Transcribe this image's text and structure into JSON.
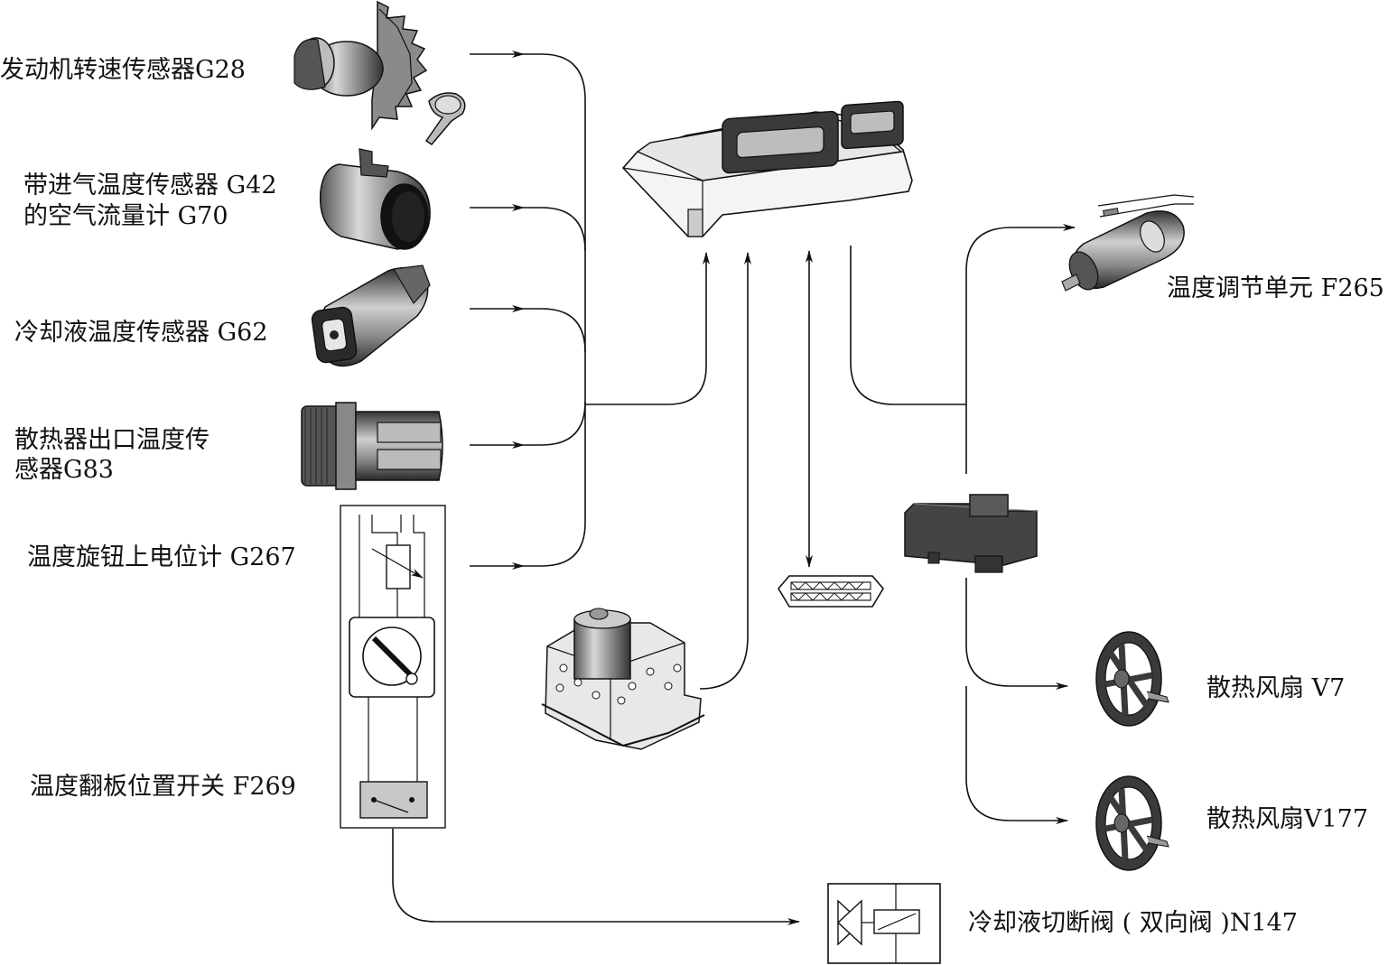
{
  "labels": {
    "g28": "发动机转速传感器G28",
    "g42_line1": "带进气温度传感器 G42",
    "g42_line2": "的空气流量计 G70",
    "g62": "冷却液温度传感器 G62",
    "g83_line1": "散热器出口温度传",
    "g83_line2": "感器G83",
    "g267": "温度旋钮上电位计 G267",
    "f269": "温度翻板位置开关 F269",
    "f265": "温度调节单元 F265",
    "v7": "散热风扇 V7",
    "v177": "散热风扇V177",
    "n147": "冷却液切断阀 ( 双向阀 )N147"
  },
  "icons": [
    "speed-sensor-gear-icon",
    "air-flow-meter-icon",
    "coolant-temp-sensor-icon",
    "radiator-outlet-sensor-icon",
    "potentiometer-switch-schematic-icon",
    "control-unit-ecu-icon",
    "abs-hydraulic-unit-icon",
    "diagnostic-connector-icon",
    "thermostat-unit-icon",
    "fan-control-module-icon",
    "fan-icon",
    "solenoid-valve-icon"
  ]
}
